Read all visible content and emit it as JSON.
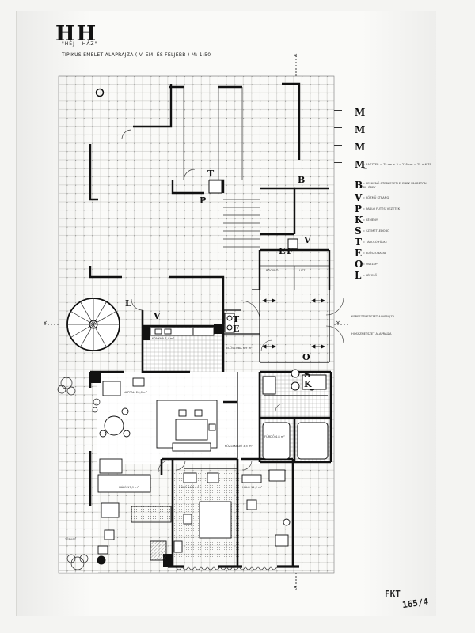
{
  "title": {
    "logo": "HH",
    "logo_sub": "\"HÉJ - HÁZ\"",
    "subtitle": "TIPIKUS EMELET ALAPRAJZA  ( V. EM. ÉS FELJEBB )   M: 1:50"
  },
  "plan_marks": {
    "T_top": "T",
    "P": "P",
    "B": "B",
    "V_right": "V",
    "E": "E",
    "F": "F",
    "L": "L",
    "V_left": "V",
    "T_lower": "T",
    "E_lower": "E",
    "O": "O",
    "S": "S",
    "K": "K"
  },
  "room_labels": {
    "nappali": "NAPPALI  26,0 m²",
    "haloszoba_left": "HÁLÓ  17,9 m²",
    "haloszoba_mid": "HÁLÓ  14,5 m²",
    "haloszoba_right": "HÁLÓ  11,2 m²",
    "konyha": "KONYHA  7,4 m²",
    "eloszoba": "ELŐSZOBA  6,9 m²",
    "furdo": "FÜRDŐ  4,8 m²",
    "kozlekedo": "KÖZLEKEDŐ  3,5 m²",
    "terasz": "TERASZ",
    "szobak": "ROGYRO",
    "lift": "LIFT"
  },
  "legend": {
    "rows": [
      {
        "letter": "M",
        "text": ""
      },
      {
        "letter": "M",
        "text": ""
      },
      {
        "letter": "M",
        "text": ""
      },
      {
        "letter": "M",
        "text": "= RASZTER = 75 cm × 3 = 225 cm = 75 × 6,75 cm"
      },
      {
        "letter": "B",
        "text": "= FELMENŐ SZERKEZETI ELEMEK VASBETON PILLÉREK"
      },
      {
        "letter": "V",
        "text": "= KÖZMŰ STRANG"
      },
      {
        "letter": "P",
        "text": "= PADLÓ FŰTÉSI VEZETÉK"
      },
      {
        "letter": "K",
        "text": "= KÉMÉNY"
      },
      {
        "letter": "S",
        "text": "= SZEMÉTLEDOBÓ"
      },
      {
        "letter": "T",
        "text": "= TÁROLÓ FÜLKE"
      },
      {
        "letter": "E",
        "text": "= ELŐSZOBAFAL"
      },
      {
        "letter": "O",
        "text": "= OSZLOP"
      },
      {
        "letter": "L",
        "text": "= LÉPCSŐ"
      }
    ],
    "cross_section_1": "KERESZTMETSZET ALAPRAJZA",
    "cross_section_2": "HOSSZMETSZET ALAPRAJZA"
  },
  "section_markers": {
    "top": "×",
    "bottom": "×",
    "left": "×",
    "right": "×"
  },
  "sheet_id": "FKT",
  "sheet_number": "165/4"
}
